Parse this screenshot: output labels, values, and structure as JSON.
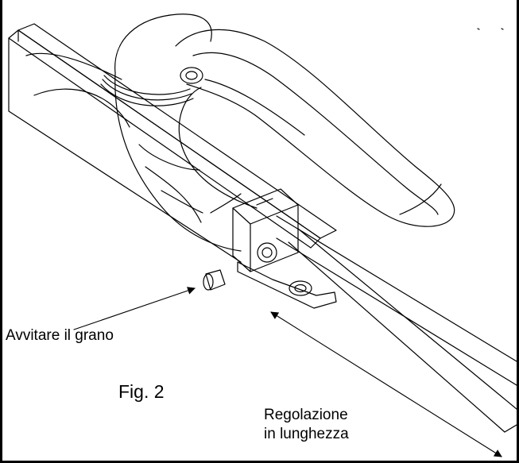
{
  "labels": {
    "screw_instruction": "Avvitare il grano",
    "figure_caption": "Fig. 2",
    "adjustment_line1": "Regolazione",
    "adjustment_line2": "in lunghezza"
  },
  "colors": {
    "line": "#000000",
    "background": "#ffffff"
  }
}
